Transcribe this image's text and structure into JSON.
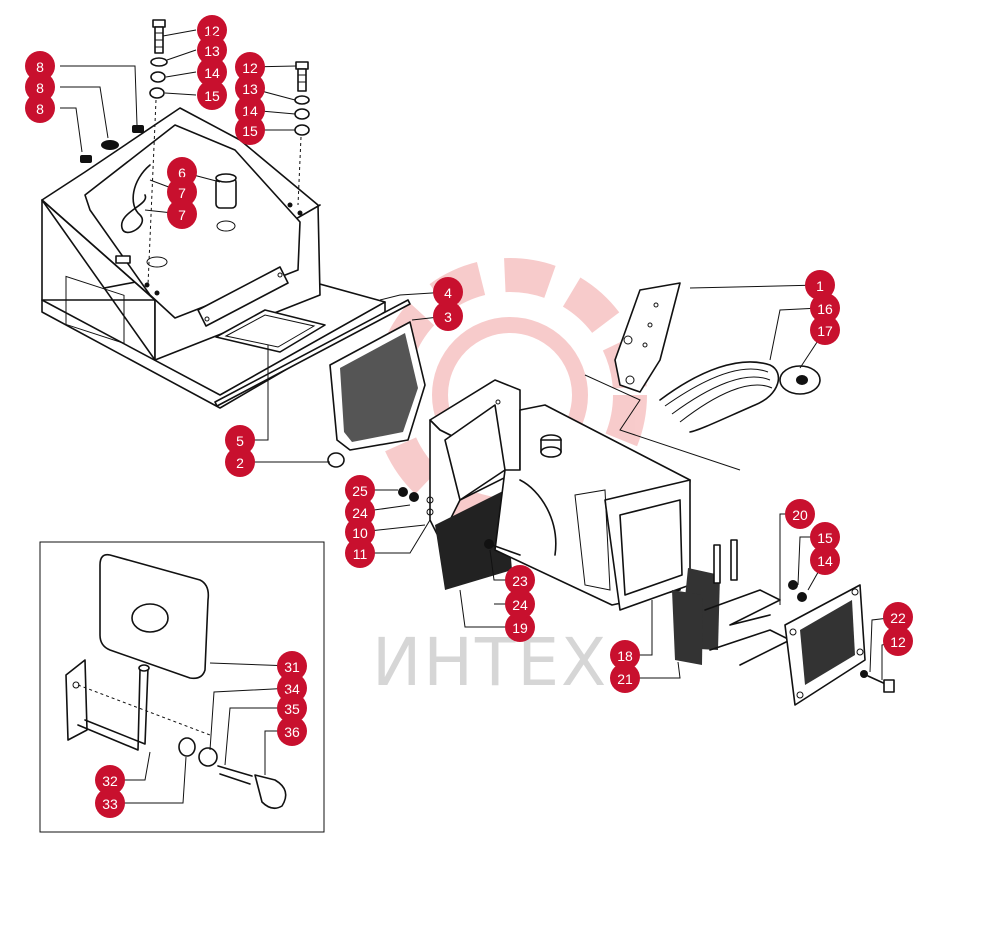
{
  "watermark": {
    "text": "ИНТЕХ",
    "color": "#d6d6d6",
    "gear_color": "#f7c6c6"
  },
  "badge_color": "#c8102e",
  "callouts": [
    {
      "id": "c1",
      "label": "1"
    },
    {
      "id": "c2",
      "label": "2"
    },
    {
      "id": "c3",
      "label": "3"
    },
    {
      "id": "c4",
      "label": "4"
    },
    {
      "id": "c5",
      "label": "5"
    },
    {
      "id": "c6",
      "label": "6"
    },
    {
      "id": "c7a",
      "label": "7"
    },
    {
      "id": "c7b",
      "label": "7"
    },
    {
      "id": "c8a",
      "label": "8"
    },
    {
      "id": "c8b",
      "label": "8"
    },
    {
      "id": "c8c",
      "label": "8"
    },
    {
      "id": "c10",
      "label": "10"
    },
    {
      "id": "c11",
      "label": "11"
    },
    {
      "id": "c12a",
      "label": "12"
    },
    {
      "id": "c12b",
      "label": "12"
    },
    {
      "id": "c12c",
      "label": "12"
    },
    {
      "id": "c13a",
      "label": "13"
    },
    {
      "id": "c13b",
      "label": "13"
    },
    {
      "id": "c14a",
      "label": "14"
    },
    {
      "id": "c14b",
      "label": "14"
    },
    {
      "id": "c14c",
      "label": "14"
    },
    {
      "id": "c15a",
      "label": "15"
    },
    {
      "id": "c15b",
      "label": "15"
    },
    {
      "id": "c15c",
      "label": "15"
    },
    {
      "id": "c16",
      "label": "16"
    },
    {
      "id": "c17",
      "label": "17"
    },
    {
      "id": "c18",
      "label": "18"
    },
    {
      "id": "c19",
      "label": "19"
    },
    {
      "id": "c20",
      "label": "20"
    },
    {
      "id": "c21",
      "label": "21"
    },
    {
      "id": "c22",
      "label": "22"
    },
    {
      "id": "c23",
      "label": "23"
    },
    {
      "id": "c24a",
      "label": "24"
    },
    {
      "id": "c24b",
      "label": "24"
    },
    {
      "id": "c25",
      "label": "25"
    },
    {
      "id": "c31",
      "label": "31"
    },
    {
      "id": "c32",
      "label": "32"
    },
    {
      "id": "c33",
      "label": "33"
    },
    {
      "id": "c34",
      "label": "34"
    },
    {
      "id": "c35",
      "label": "35"
    },
    {
      "id": "c36",
      "label": "36"
    }
  ]
}
